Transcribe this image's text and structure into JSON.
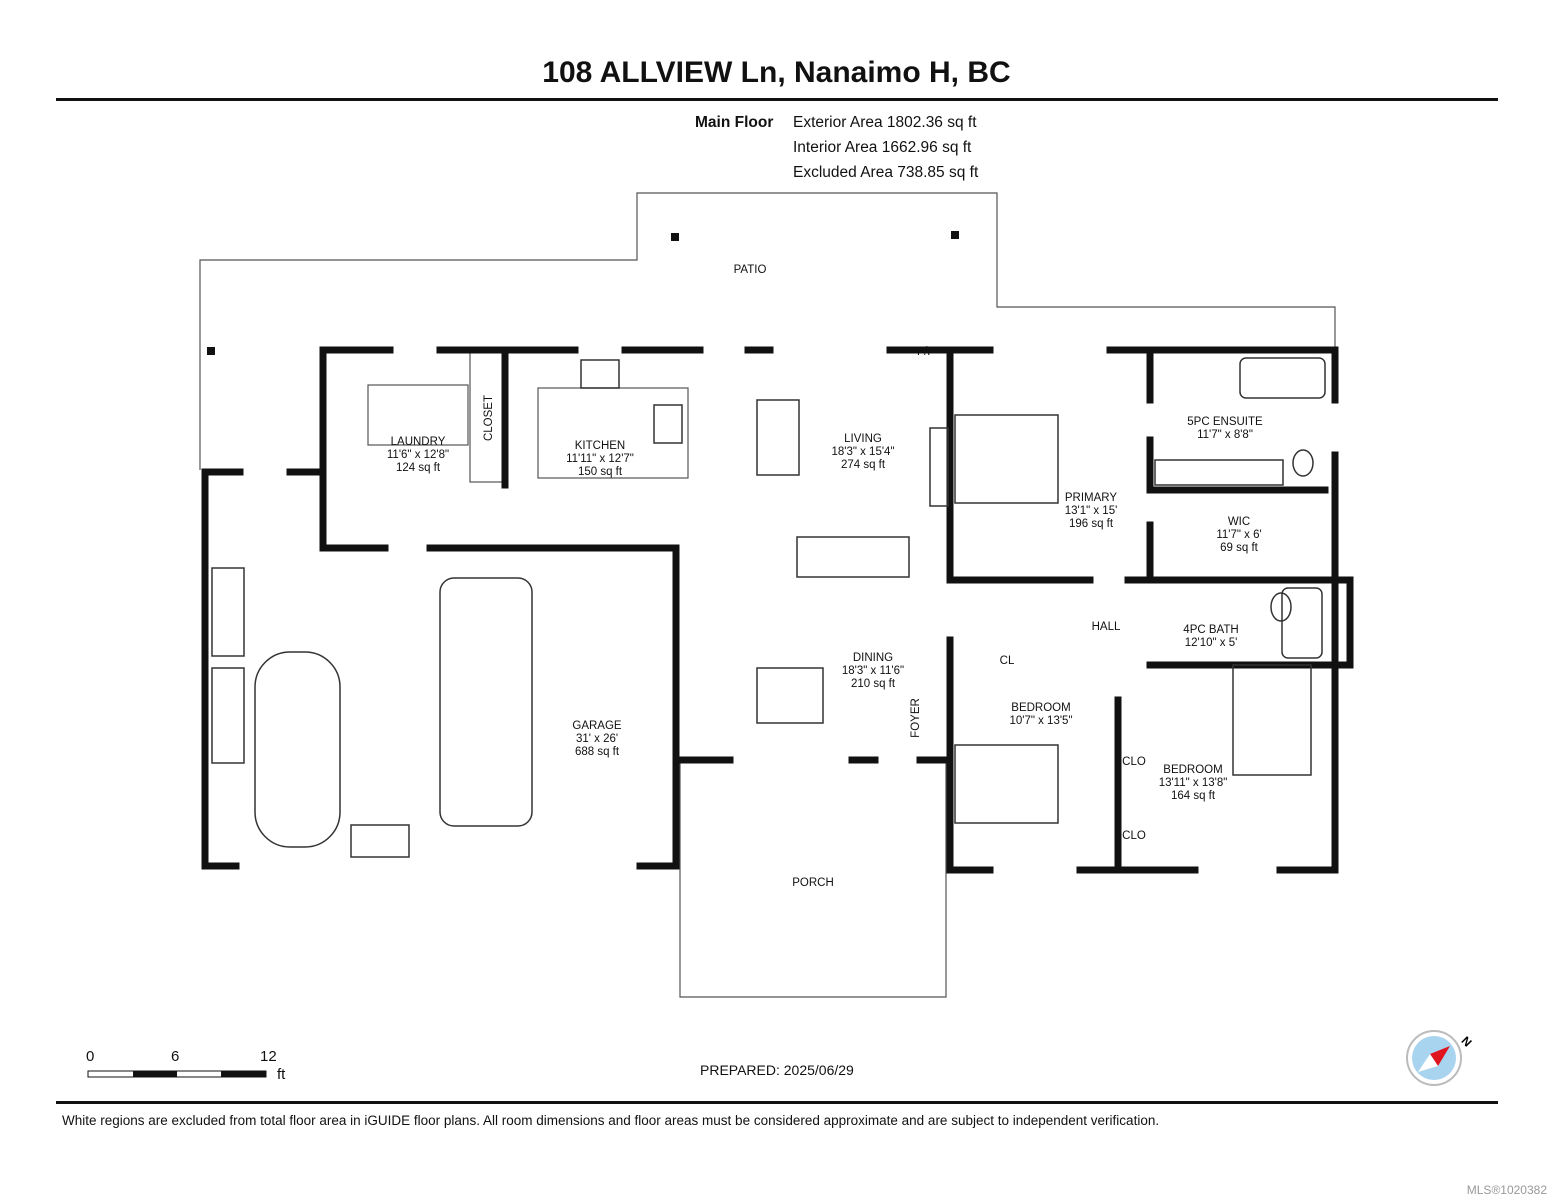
{
  "header": {
    "title": "108 ALLVIEW Ln, Nanaimo H, BC"
  },
  "areas": {
    "floor_label": "Main Floor",
    "exterior": "Exterior Area 1802.36 sq ft",
    "interior": "Interior Area 1662.96 sq ft",
    "excluded": "Excluded Area 738.85 sq ft"
  },
  "rooms": {
    "patio": {
      "name": "PATIO"
    },
    "laundry": {
      "name": "LAUNDRY",
      "dims": "11'6\" x 12'8\"",
      "area": "124 sq ft"
    },
    "closet": {
      "name": "CLOSET"
    },
    "kitchen": {
      "name": "KITCHEN",
      "dims": "11'11\" x 12'7\"",
      "area": "150 sq ft"
    },
    "fp": {
      "name": "F/P"
    },
    "living": {
      "name": "LIVING",
      "dims": "18'3\" x 15'4\"",
      "area": "274 sq ft"
    },
    "primary": {
      "name": "PRIMARY",
      "dims": "13'1\" x 15'",
      "area": "196 sq ft"
    },
    "ensuite": {
      "name": "5PC ENSUITE",
      "dims": "11'7\" x 8'8\""
    },
    "wic": {
      "name": "WIC",
      "dims": "11'7\" x 6'",
      "area": "69 sq ft"
    },
    "hall": {
      "name": "HALL"
    },
    "bath": {
      "name": "4PC BATH",
      "dims": "12'10\" x 5'"
    },
    "cl": {
      "name": "CL"
    },
    "dining": {
      "name": "DINING",
      "dims": "18'3\" x 11'6\"",
      "area": "210 sq ft"
    },
    "foyer": {
      "name": "FOYER"
    },
    "garage": {
      "name": "GARAGE",
      "dims": "31' x 26'",
      "area": "688 sq ft"
    },
    "bedroom1": {
      "name": "BEDROOM",
      "dims": "10'7\" x 13'5\""
    },
    "bedroom2": {
      "name": "BEDROOM",
      "dims": "13'11\" x 13'8\"",
      "area": "164 sq ft"
    },
    "clo1": {
      "name": "CLO"
    },
    "clo2": {
      "name": "CLO"
    },
    "porch": {
      "name": "PORCH"
    }
  },
  "scale": {
    "ticks": [
      "0",
      "6",
      "12"
    ],
    "unit": "ft"
  },
  "prepared": "PREPARED: 2025/06/29",
  "footer": "White regions are excluded from total floor area in iGUIDE floor plans. All room dimensions and floor areas must be considered approximate and are subject to independent verification.",
  "compass": {
    "label": "N",
    "needle_color": "#e0141e",
    "dial_color": "#a9d4f0"
  },
  "mls": "MLS®1020382"
}
